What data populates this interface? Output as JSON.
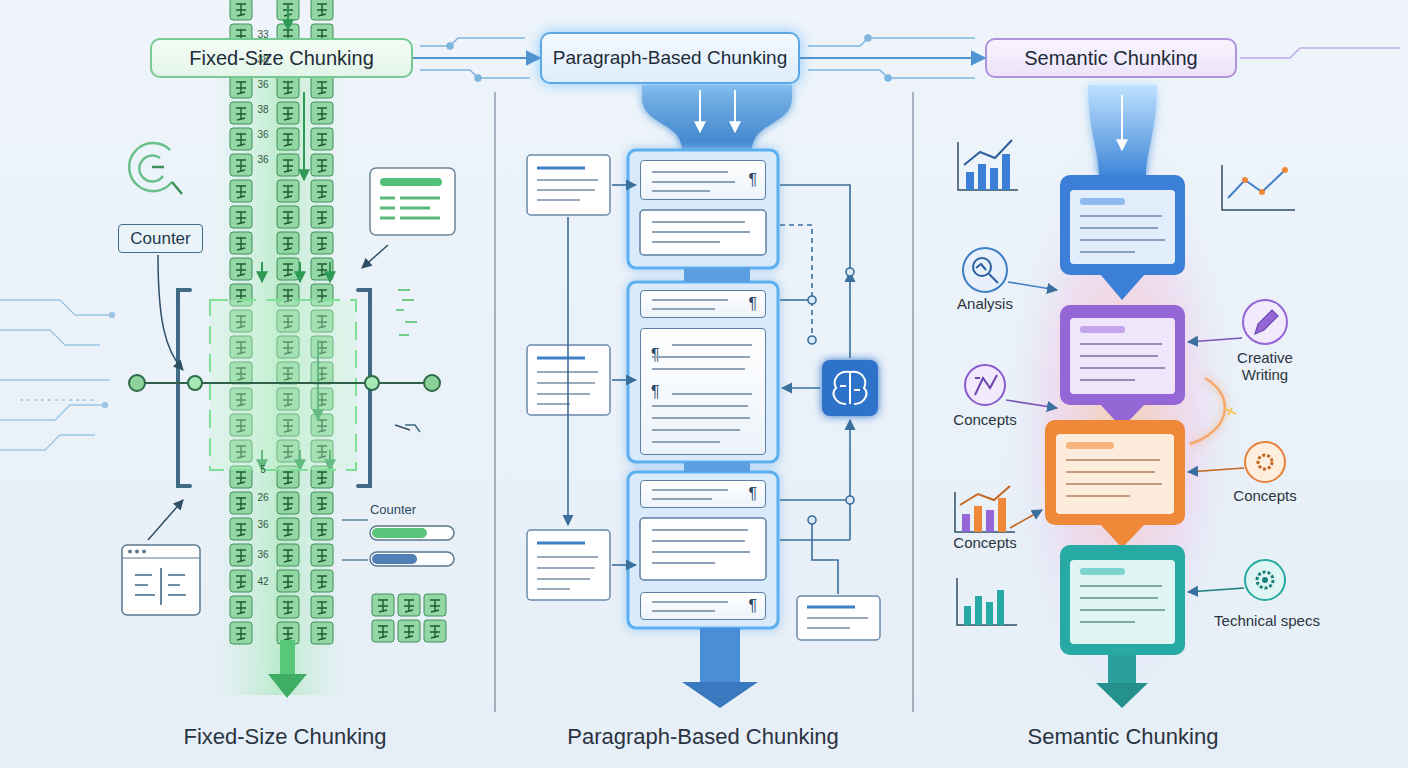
{
  "diagram": {
    "nodes": [
      {
        "text": [
          "Fixed-Size Chunking"
        ]
      },
      {
        "text": [
          "Paragraph-Based Chunking"
        ]
      },
      {
        "text": [
          "Semantic Chunking"
        ]
      },
      {
        "text": [
          "Counter"
        ]
      },
      {
        "text": [
          "¶"
        ]
      },
      {
        "text": [
          "¶"
        ]
      },
      {
        "text": [
          "¶",
          "¶"
        ]
      },
      {
        "text": [
          "¶"
        ]
      },
      {
        "text": [
          "¶"
        ]
      }
    ],
    "edges": [
      {
        "from": 0,
        "to": 1,
        "arrow": "to"
      },
      {
        "from": 1,
        "to": 2,
        "arrow": "to"
      }
    ],
    "labels": [
      "Counter",
      "33",
      "38",
      "36",
      "38",
      "36",
      "36",
      "5",
      "26",
      "36",
      "36",
      "42",
      "Analysis",
      "Creative Writing",
      "Concepts",
      "Concepts",
      "Concepts",
      "Technical specs",
      "Fixed-Size Chunking",
      "Paragraph-Based Chunking",
      "Semantic Chunking"
    ]
  }
}
